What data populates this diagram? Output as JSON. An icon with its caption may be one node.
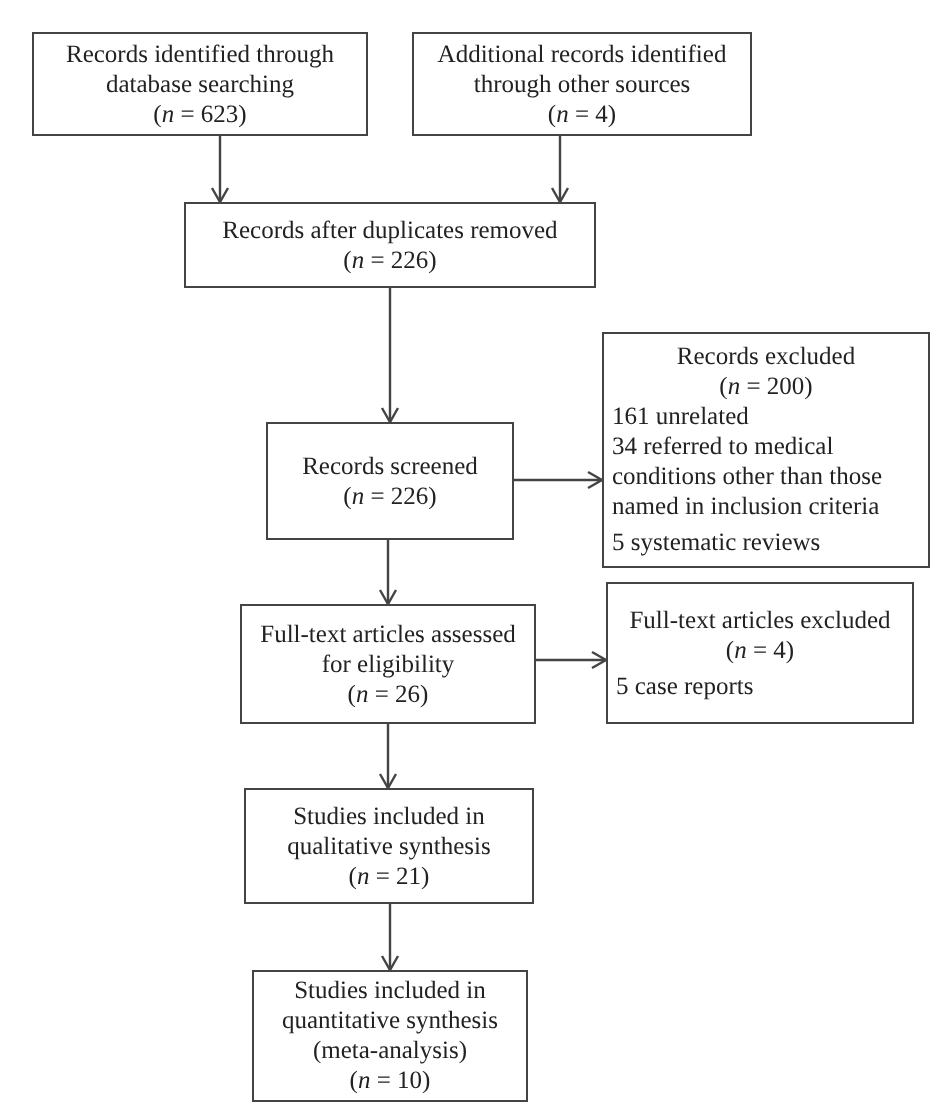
{
  "diagram": {
    "nodes": [
      {
        "text": [
          "Records identified through database searching",
          "(*n* = 623)"
        ]
      },
      {
        "text": [
          "Additional records identified through other sources",
          "(*n* = 4)"
        ]
      },
      {
        "text": [
          "Records after duplicates removed",
          "(*n* = 226)"
        ]
      },
      {
        "text": [
          "Records screened",
          "(*n* = 226)"
        ]
      },
      {
        "text": [
          "Records excluded",
          "(*n* = 200)",
          "161 unrelated",
          "34 referred to medical conditions other than those named in inclusion criteria",
          "5 systematic reviews"
        ]
      },
      {
        "text": [
          "Full-text articles assessed for eligibility",
          "(*n* = 26)"
        ]
      },
      {
        "text": [
          "Full-text articles excluded",
          "(*n* = 4)",
          "5 case reports"
        ]
      },
      {
        "text": [
          "Studies included in qualitative synthesis",
          "(*n* = 21)"
        ]
      },
      {
        "text": [
          "Studies included in quantitative synthesis (meta-analysis)",
          "(*n* = 10)"
        ]
      }
    ],
    "edges": [
      {
        "from": 0,
        "to": 2,
        "arrow": "to"
      },
      {
        "from": 1,
        "to": 2,
        "arrow": "to"
      },
      {
        "from": 2,
        "to": 3,
        "arrow": "to"
      },
      {
        "from": 3,
        "to": 4,
        "arrow": "to"
      },
      {
        "from": 3,
        "to": 5,
        "arrow": "to"
      },
      {
        "from": 5,
        "to": 6,
        "arrow": "to"
      },
      {
        "from": 5,
        "to": 7,
        "arrow": "to"
      },
      {
        "from": 7,
        "to": 8,
        "arrow": "to"
      }
    ]
  }
}
